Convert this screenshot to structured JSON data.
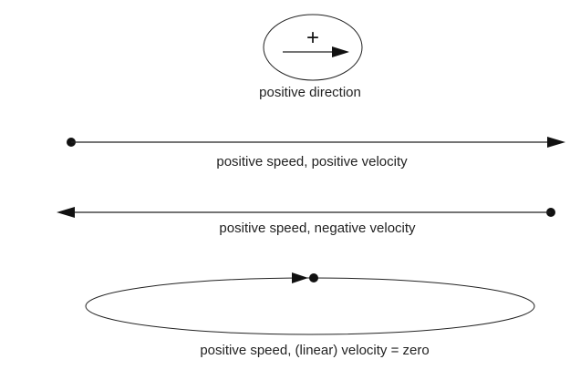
{
  "legend": {
    "symbol": "+",
    "label": "positive direction"
  },
  "cases": [
    {
      "label": "positive speed, positive velocity"
    },
    {
      "label": "positive speed, negative velocity"
    },
    {
      "label": "positive speed, (linear) velocity = zero"
    }
  ]
}
